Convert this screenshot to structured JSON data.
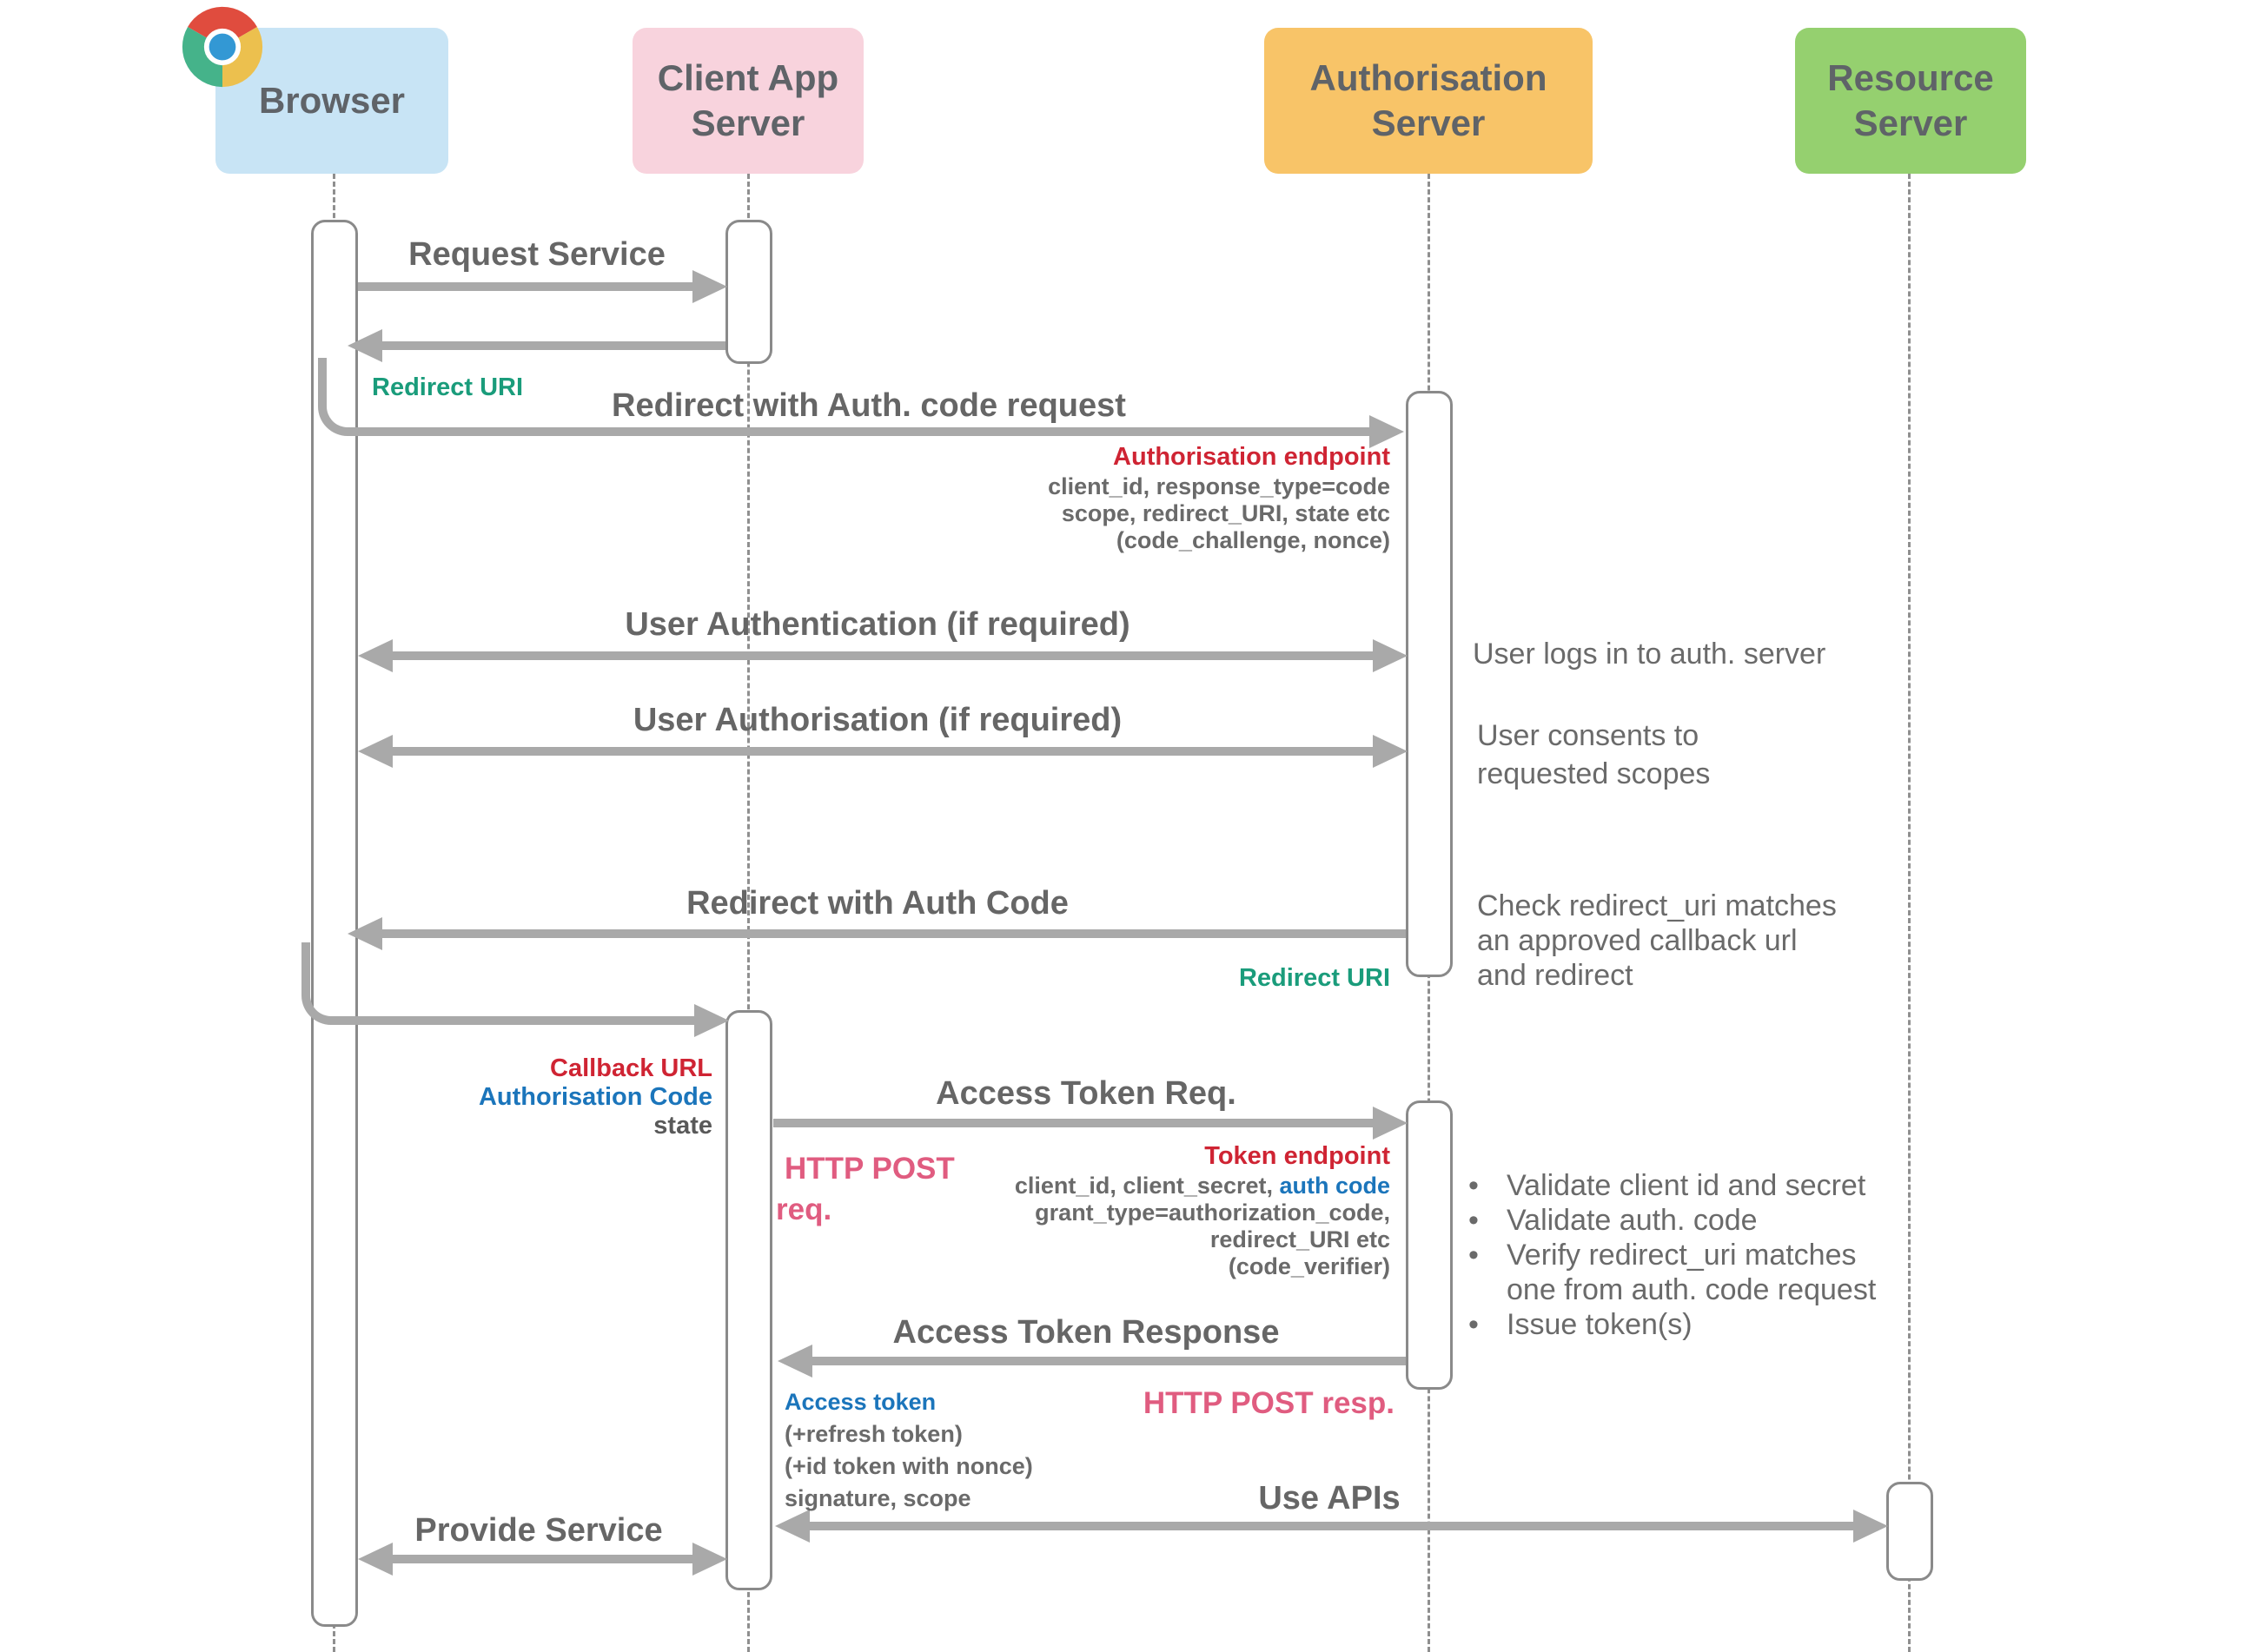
{
  "colors": {
    "actor_browser_bg": "#c8e4f5",
    "actor_client_bg": "#f8d3dd",
    "actor_auth_bg": "#f8c468",
    "actor_resource_bg": "#95d06f",
    "arrow_gray": "#a9a9a9",
    "label_gray": "#666666",
    "teal": "#1a9c7b",
    "red": "#cf2433",
    "blue": "#1b75bb",
    "pink": "#e05c80"
  },
  "actors": [
    {
      "label": "Browser"
    },
    {
      "label": "Client App Server"
    },
    {
      "label": "Authorisation Server"
    },
    {
      "label": "Resource Server"
    }
  ],
  "messages": {
    "request_service": "Request Service",
    "redirect_uri_label": "Redirect URI",
    "redirect_auth_code_request": "Redirect with Auth. code request",
    "user_authentication": "User Authentication (if required)",
    "user_authorisation": "User Authorisation (if required)",
    "redirect_with_auth_code": "Redirect with Auth Code",
    "redirect_uri_label_2": "Redirect URI",
    "access_token_req": "Access Token Req.",
    "access_token_response": "Access Token Response",
    "use_apis": "Use APIs",
    "provide_service": "Provide Service"
  },
  "annotations": {
    "authorisation_endpoint": "Authorisation endpoint",
    "auth_endpoint_params": [
      "client_id, response_type=code",
      "scope, redirect_URI, state etc",
      "(code_challenge, nonce)"
    ],
    "callback_url": "Callback URL",
    "authorisation_code": "Authorisation Code",
    "state": "state",
    "http_post_req": [
      "HTTP POST",
      "req."
    ],
    "token_endpoint": "Token endpoint",
    "token_params_prefix": "client_id, client_secret, ",
    "token_params_auth_code": "auth code",
    "token_params": [
      "grant_type=authorization_code,",
      "redirect_URI etc",
      "(code_verifier)"
    ],
    "http_post_resp": "HTTP POST resp.",
    "access_token": "Access token",
    "access_token_details": [
      "(+refresh token)",
      "(+id token with nonce)",
      "signature, scope"
    ]
  },
  "notes": {
    "user_logs_in": "User logs in to auth. server",
    "user_consents": [
      "User consents to",
      "requested scopes"
    ],
    "check_redirect": [
      "Check redirect_uri matches",
      "an approved callback url",
      "and redirect"
    ],
    "token_bullets": [
      "Validate client id and secret",
      "Validate auth. code",
      "Verify redirect_uri matches",
      "one from auth. code request",
      "Issue token(s)"
    ]
  }
}
